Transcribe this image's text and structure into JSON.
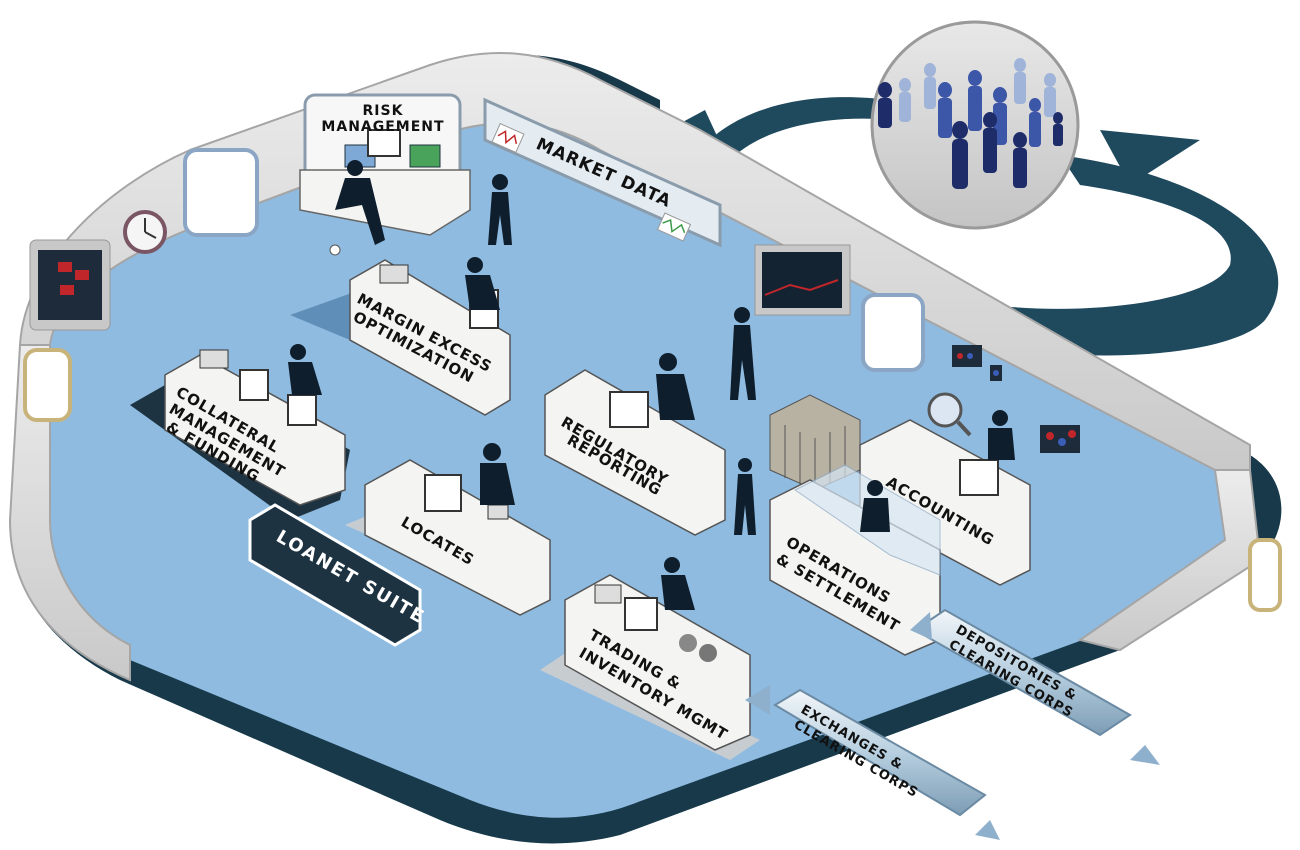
{
  "labels": {
    "risk_1": "RISK",
    "risk_2": "MANAGEMENT",
    "market_data": "MARKET DATA",
    "margin_1": "MARGIN EXCESS",
    "margin_2": "OPTIMIZATION",
    "collateral_1": "COLLATERAL",
    "collateral_2": "MANAGEMENT",
    "collateral_3": "& FUNDING",
    "regulatory_1": "REGULATORY",
    "regulatory_2": "REPORTING",
    "accounting": "ACCOUNTING",
    "locates": "LOCATES",
    "operations_1": "OPERATIONS",
    "operations_2": "& SETTLEMENT",
    "trading_1": "TRADING &",
    "trading_2": "INVENTORY MGMT",
    "suite": "LOANET SUITE",
    "depositories_1": "DEPOSITORIES &",
    "depositories_2": "CLEARING CORPS",
    "exchanges_1": "EXCHANGES &",
    "exchanges_2": "CLEARING CORPS"
  },
  "colors": {
    "floor": "#8fbbe0",
    "floor_dark": "#6fa1cc",
    "wall": "#dcdcdc",
    "base": "#17394a",
    "arrow": "#1f4a5e",
    "desk": "#f4f4f2",
    "figure": "#0f1e2c"
  },
  "icons": [
    "clock-icon",
    "server-rack-icon",
    "magnifier-icon",
    "crowd-icon",
    "person-icon",
    "monitor-icon"
  ]
}
